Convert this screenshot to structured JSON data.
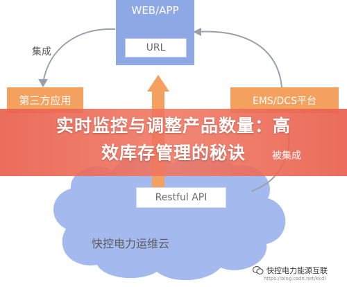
{
  "diagram": {
    "web_app": {
      "title": "WEB/APP",
      "inner_label": "URL"
    },
    "third_party_app": "第三方应用",
    "ems_dcs_platform": "EMS/DCS平台",
    "integrate_left": "集成",
    "integrate_right": "被集成",
    "restful_api": "Restful API",
    "cloud_name": "快控电力运维云"
  },
  "banner": {
    "title_line1": "实时监控与调整产品数量：高",
    "title_line2": "效库存管理的秘诀"
  },
  "watermark": {
    "account": "快控电力能源互联",
    "source": "https://blog.csdn.net/kkdl",
    "icon": "wechat-icon"
  },
  "colors": {
    "box_blue": "#8ea8e6",
    "box_orange": "#f4a05f",
    "cloud_blue": "#9fb6ee",
    "banner_red": "#e9604e"
  }
}
